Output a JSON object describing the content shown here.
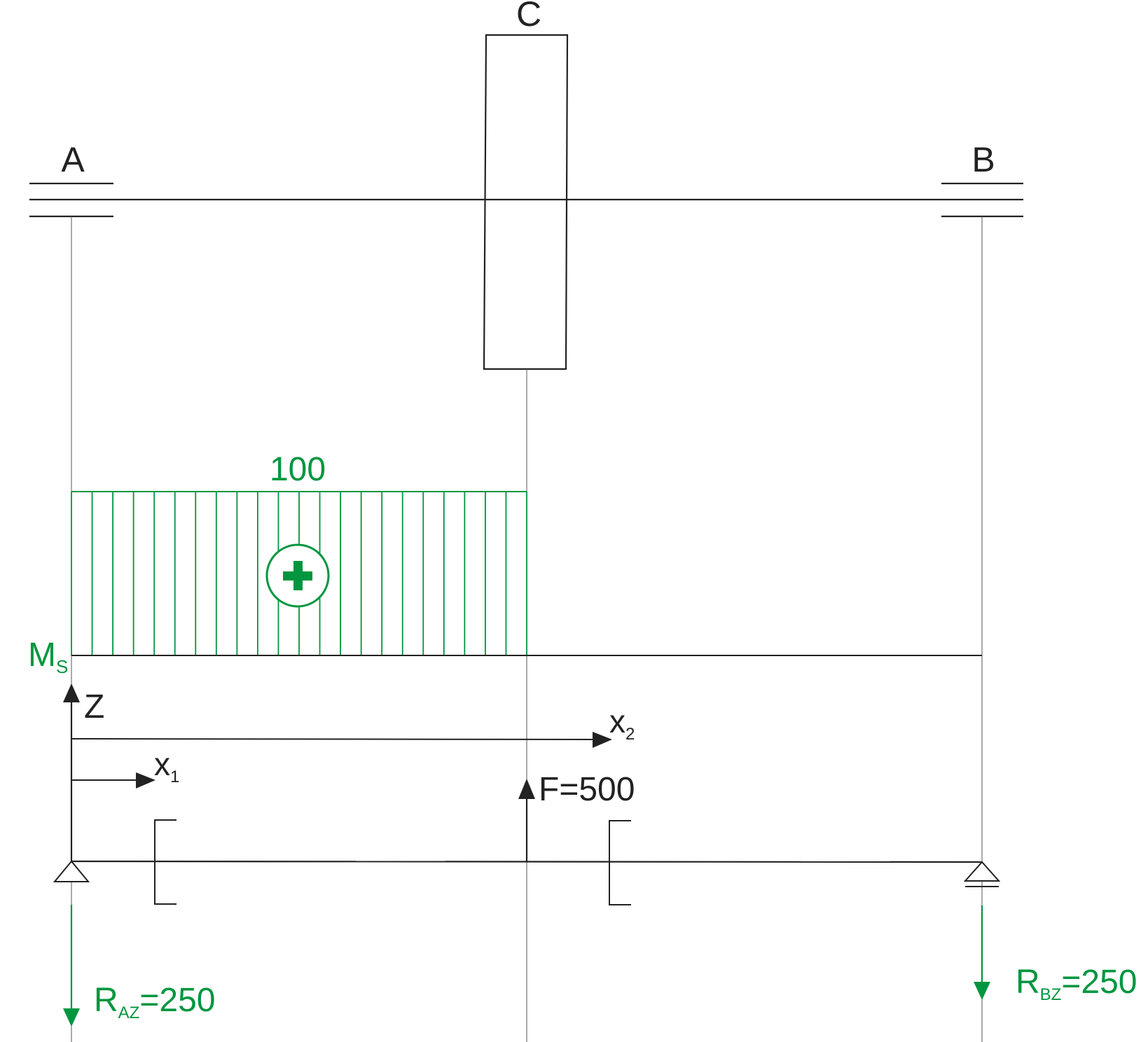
{
  "colors": {
    "ink": "#222222",
    "moment": "#00963f"
  },
  "labels": {
    "support_a": "A",
    "support_b": "B",
    "gear_c": "C",
    "moment_value": "100",
    "moment_sign": "plus-sign-icon",
    "moment_symbol": "M",
    "moment_subscript": "S",
    "axis_z": "Z",
    "x1": "x",
    "x1_sub": "1",
    "x2": "x",
    "x2_sub": "2",
    "force": "F=500",
    "reaction_a_symbol": "R",
    "reaction_a_sub": "AZ",
    "reaction_a_value": "=250",
    "reaction_b_symbol": "R",
    "reaction_b_sub": "BZ",
    "reaction_b_value": "=250"
  }
}
